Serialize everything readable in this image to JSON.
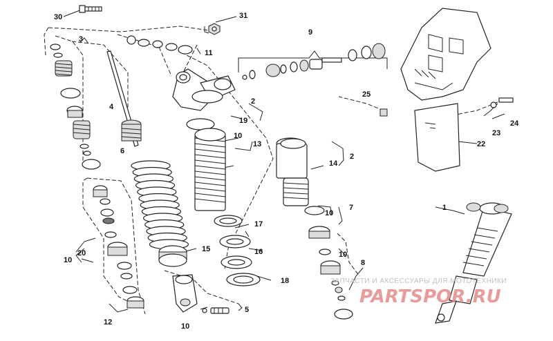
{
  "callouts": [
    "30",
    "31",
    "3",
    "9",
    "11",
    "4",
    "2",
    "25",
    "19",
    "10",
    "13",
    "6",
    "14",
    "2",
    "24",
    "23",
    "22",
    "1",
    "10",
    "7",
    "20",
    "10",
    "17",
    "15",
    "16",
    "10",
    "8",
    "18",
    "12",
    "5",
    "10"
  ],
  "watermark": {
    "tagline": "ЗАПЧАСТИ И АКСЕССУАРЫ ДЛЯ МОТОТЕХНИКИ",
    "brand": "PARTSPOR.RU"
  },
  "colors": {
    "line": "#222222",
    "watermark_brand": "#e58a8a",
    "watermark_tagline": "#bfbfbf"
  }
}
